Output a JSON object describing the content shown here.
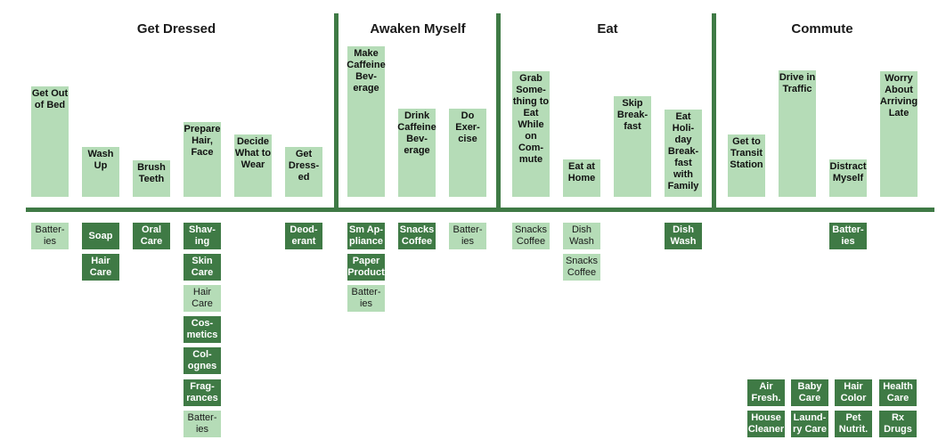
{
  "phases": [
    {
      "title": "Get Dressed"
    },
    {
      "title": "Awaken Myself"
    },
    {
      "title": "Eat"
    },
    {
      "title": "Commute"
    }
  ],
  "steps": [
    {
      "lines": [
        "Get Out",
        "of Bed"
      ]
    },
    {
      "lines": [
        "Wash",
        "Up"
      ]
    },
    {
      "lines": [
        "Brush",
        "Teeth"
      ]
    },
    {
      "lines": [
        "Prepare",
        "Hair,",
        "Face"
      ]
    },
    {
      "lines": [
        "Decide",
        "What to",
        "Wear"
      ]
    },
    {
      "lines": [
        "Get",
        "Dress-",
        "ed"
      ]
    },
    {
      "lines": [
        "Make",
        "Caffeine",
        "Bev-",
        "erage"
      ]
    },
    {
      "lines": [
        "Drink",
        "Caffeine",
        "Bev-",
        "erage"
      ]
    },
    {
      "lines": [
        "Do",
        "Exer-",
        "cise"
      ]
    },
    {
      "lines": [
        "Grab",
        "Some-",
        "thing to",
        "Eat",
        "While",
        "on",
        "Com-",
        "mute"
      ]
    },
    {
      "lines": [
        "Eat at",
        "Home"
      ]
    },
    {
      "lines": [
        "Skip",
        "Break-",
        "fast"
      ]
    },
    {
      "lines": [
        "Eat",
        "Holi-",
        "day",
        "Break-",
        "fast",
        "with",
        "Family"
      ]
    },
    {
      "lines": [
        "Get to",
        "Transit",
        "Station"
      ]
    },
    {
      "lines": [
        "Drive in",
        "Traffic"
      ]
    },
    {
      "lines": [
        "Distract",
        "Myself"
      ]
    },
    {
      "lines": [
        "Worry",
        "About",
        "Arriving",
        "Late"
      ]
    }
  ],
  "categories": [
    {
      "lines": [
        "Batter-",
        "ies"
      ],
      "style": "light"
    },
    {
      "lines": [
        "Soap"
      ],
      "style": "dark"
    },
    {
      "lines": [
        "Hair",
        "Care"
      ],
      "style": "dark"
    },
    {
      "lines": [
        "Oral",
        "Care"
      ],
      "style": "dark"
    },
    {
      "lines": [
        "Shav-",
        "ing"
      ],
      "style": "dark"
    },
    {
      "lines": [
        "Skin",
        "Care"
      ],
      "style": "dark"
    },
    {
      "lines": [
        "Hair",
        "Care"
      ],
      "style": "light"
    },
    {
      "lines": [
        "Cos-",
        "metics"
      ],
      "style": "dark"
    },
    {
      "lines": [
        "Col-",
        "ognes"
      ],
      "style": "dark"
    },
    {
      "lines": [
        "Frag-",
        "rances"
      ],
      "style": "dark"
    },
    {
      "lines": [
        "Batter-",
        "ies"
      ],
      "style": "light"
    },
    {
      "lines": [
        "Deod-",
        "erant"
      ],
      "style": "dark"
    },
    {
      "lines": [
        "Sm Ap-",
        "pliance"
      ],
      "style": "dark"
    },
    {
      "lines": [
        "Paper",
        "Product"
      ],
      "style": "dark"
    },
    {
      "lines": [
        "Batter-",
        "ies"
      ],
      "style": "light"
    },
    {
      "lines": [
        "Snacks",
        "Coffee"
      ],
      "style": "dark"
    },
    {
      "lines": [
        "Batter-",
        "ies"
      ],
      "style": "light"
    },
    {
      "lines": [
        "Snacks",
        "Coffee"
      ],
      "style": "light"
    },
    {
      "lines": [
        "Dish",
        "Wash"
      ],
      "style": "light"
    },
    {
      "lines": [
        "Snacks",
        "Coffee"
      ],
      "style": "light"
    },
    {
      "lines": [
        "Dish",
        "Wash"
      ],
      "style": "dark"
    },
    {
      "lines": [
        "Batter-",
        "ies"
      ],
      "style": "dark"
    },
    {
      "lines": [
        "Air",
        "Fresh."
      ],
      "style": "dark"
    },
    {
      "lines": [
        "Baby",
        "Care"
      ],
      "style": "dark"
    },
    {
      "lines": [
        "Hair",
        "Color"
      ],
      "style": "dark"
    },
    {
      "lines": [
        "Health",
        "Care"
      ],
      "style": "dark"
    },
    {
      "lines": [
        "House",
        "Cleaner"
      ],
      "style": "dark"
    },
    {
      "lines": [
        "Laund-",
        "ry Care"
      ],
      "style": "dark"
    },
    {
      "lines": [
        "Pet",
        "Nutrit."
      ],
      "style": "dark"
    },
    {
      "lines": [
        "Rx",
        "Drugs"
      ],
      "style": "dark"
    }
  ]
}
